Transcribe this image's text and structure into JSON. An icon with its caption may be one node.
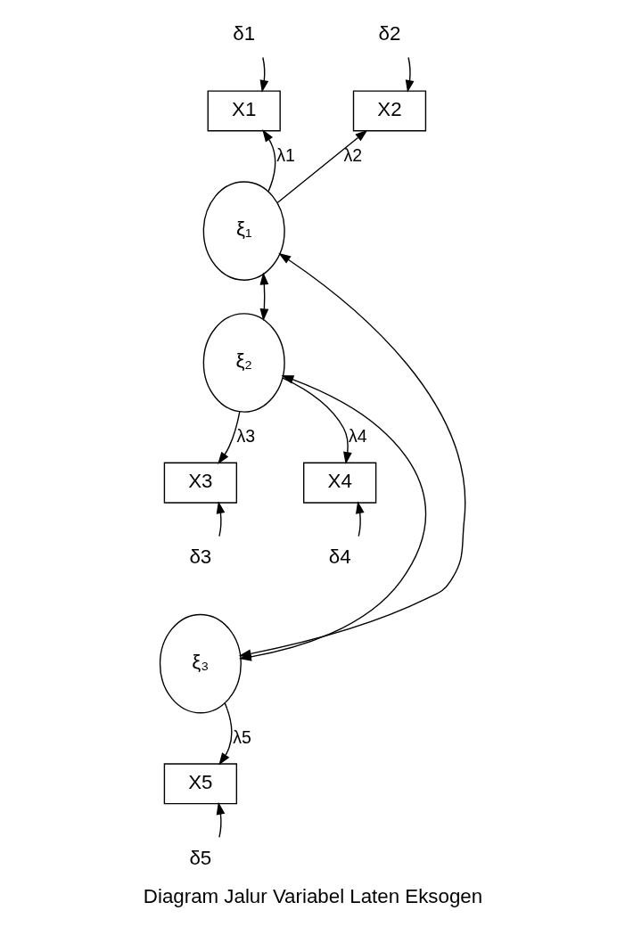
{
  "diagram": {
    "caption": "Diagram Jalur Variabel Laten Eksogen",
    "nodes": [
      {
        "text": [
          "δ1"
        ]
      },
      {
        "text": [
          "δ2"
        ]
      },
      {
        "text": [
          "X1"
        ]
      },
      {
        "text": [
          "X2"
        ]
      },
      {
        "text": [
          "ξ₁"
        ]
      },
      {
        "text": [
          "ξ₂"
        ]
      },
      {
        "text": [
          "X3"
        ]
      },
      {
        "text": [
          "X4"
        ]
      },
      {
        "text": [
          "δ3"
        ]
      },
      {
        "text": [
          "δ4"
        ]
      },
      {
        "text": [
          "ξ₃"
        ]
      },
      {
        "text": [
          "X5"
        ]
      },
      {
        "text": [
          "δ5"
        ]
      }
    ],
    "edges": [
      {
        "from": 0,
        "to": 2,
        "arrow": "to"
      },
      {
        "from": 1,
        "to": 3,
        "arrow": "to"
      },
      {
        "from": 4,
        "to": 2,
        "arrow": "to",
        "label": "λ1"
      },
      {
        "from": 4,
        "to": 3,
        "arrow": "to",
        "label": "λ2"
      },
      {
        "from": 4,
        "to": 5,
        "arrow": "both"
      },
      {
        "from": 4,
        "to": 10,
        "arrow": "both"
      },
      {
        "from": 5,
        "to": 10,
        "arrow": "both"
      },
      {
        "from": 5,
        "to": 6,
        "arrow": "to",
        "label": "λ3"
      },
      {
        "from": 5,
        "to": 7,
        "arrow": "to",
        "label": "λ4"
      },
      {
        "from": 8,
        "to": 6,
        "arrow": "to"
      },
      {
        "from": 9,
        "to": 7,
        "arrow": "to"
      },
      {
        "from": 10,
        "to": 11,
        "arrow": "to",
        "label": "λ5"
      },
      {
        "from": 12,
        "to": 11,
        "arrow": "to"
      }
    ]
  }
}
